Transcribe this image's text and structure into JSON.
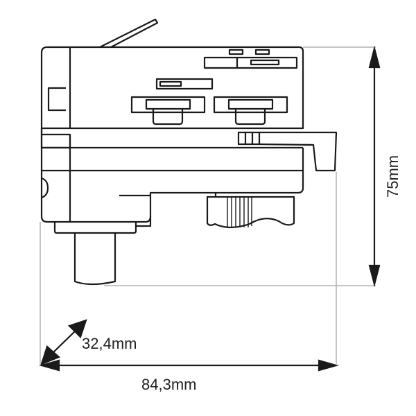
{
  "diagram": {
    "subject": "3-phase track adapter side view with dimensions",
    "colors": {
      "outline": "#1a1a1a",
      "extension_line": "#b0b0b0",
      "dimension": "#1a1a1a",
      "text": "#222222"
    },
    "dimensions": {
      "width": {
        "label": "84,3mm",
        "value": 84.3,
        "unit": "mm"
      },
      "height": {
        "label": "75mm",
        "value": 75,
        "unit": "mm"
      },
      "depth": {
        "label": "32,4mm",
        "value": 32.4,
        "unit": "mm"
      }
    }
  }
}
